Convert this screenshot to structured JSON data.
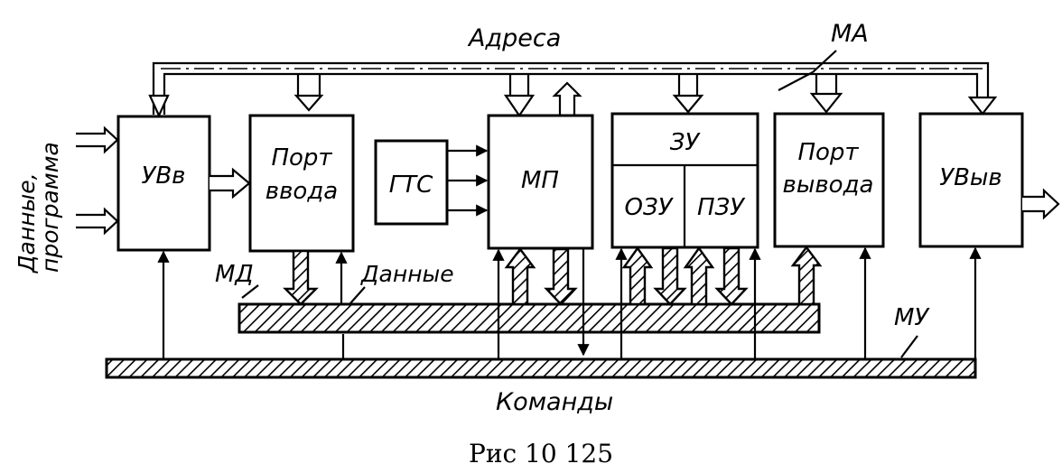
{
  "labels": {
    "address": "Адреса",
    "ma": "МА",
    "md": "МД",
    "data": "Данные",
    "mu": "МУ",
    "commands": "Команды",
    "input_side_1": "Данные,",
    "input_side_2": "программа"
  },
  "blocks": {
    "uvv": "УВв",
    "port_in_1": "Порт",
    "port_in_2": "ввода",
    "gts": "ГТС",
    "mp": "МП",
    "zu": "ЗУ",
    "ozu": "ОЗУ",
    "pzu": "ПЗУ",
    "port_out_1": "Порт",
    "port_out_2": "вывода",
    "uvyv": "УВыв"
  },
  "caption": "Рис  10 125"
}
